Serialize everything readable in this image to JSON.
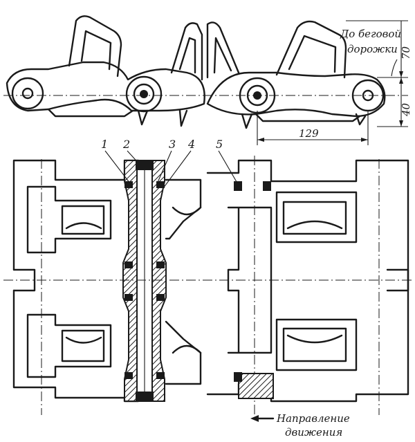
{
  "annotations": {
    "to_track_line": "До беговой",
    "to_track_line2": "дорожки",
    "dim_70": "70",
    "dim_40": "40",
    "dim_129": "129",
    "direction_line1": "Направление",
    "direction_line2": "движения"
  },
  "callouts": [
    "1",
    "2",
    "3",
    "4",
    "5"
  ]
}
